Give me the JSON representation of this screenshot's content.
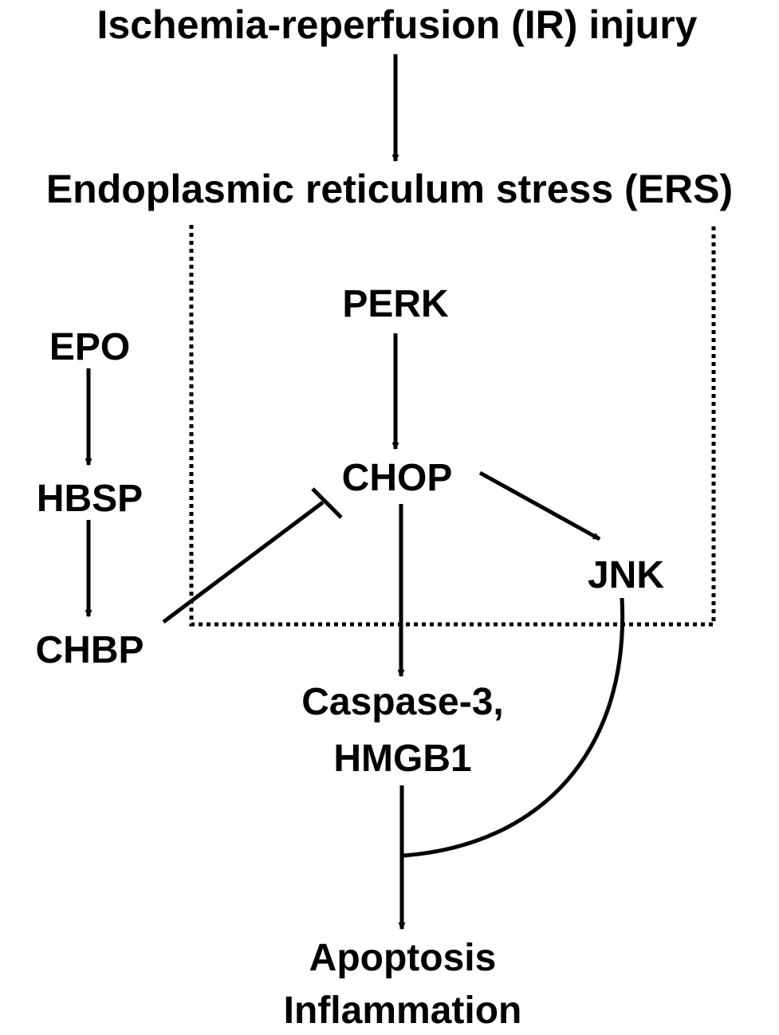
{
  "diagram": {
    "nodes": {
      "ir_injury": "Ischemia-reperfusion (IR) injury",
      "ers": "Endoplasmic reticulum stress (ERS)",
      "perk": "PERK",
      "chop": "CHOP",
      "jnk": "JNK",
      "epo": "EPO",
      "hbsp": "HBSP",
      "chbp": "CHBP",
      "caspase_line1": "Caspase-3,",
      "caspase_line2": "HMGB1",
      "outcome_line1": "Apoptosis",
      "outcome_line2": "Inflammation"
    },
    "edges": [
      {
        "from": "ir_injury",
        "to": "ers",
        "type": "activation"
      },
      {
        "from": "perk",
        "to": "chop",
        "type": "activation"
      },
      {
        "from": "chop",
        "to": "jnk",
        "type": "activation"
      },
      {
        "from": "chop",
        "to": "caspase",
        "type": "activation"
      },
      {
        "from": "epo",
        "to": "hbsp",
        "type": "activation"
      },
      {
        "from": "hbsp",
        "to": "chbp",
        "type": "activation"
      },
      {
        "from": "chbp",
        "to": "chop",
        "type": "inhibition"
      },
      {
        "from": "caspase",
        "to": "outcome",
        "type": "activation"
      },
      {
        "from": "jnk",
        "to": "outcome",
        "type": "activation"
      }
    ],
    "colors": {
      "ink": "#000000",
      "background": "#ffffff"
    }
  }
}
